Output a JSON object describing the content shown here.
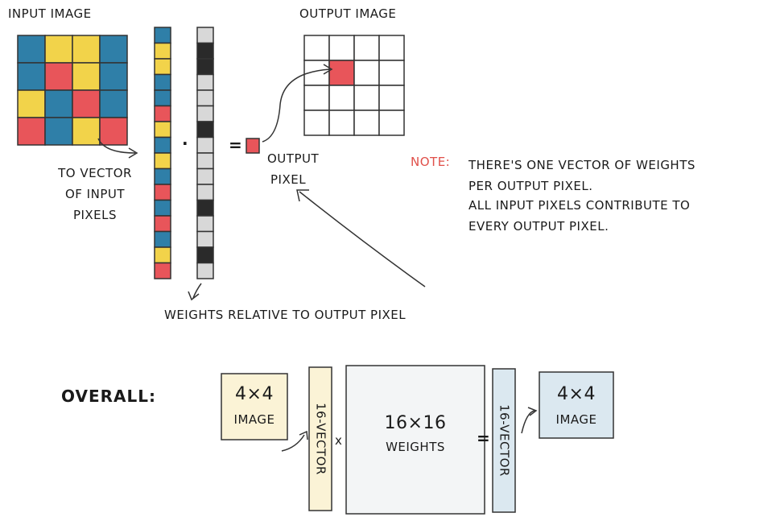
{
  "labels": {
    "input_image": "INPUT IMAGE",
    "output_image": "OUTPUT IMAGE",
    "to_vector_line1": "TO VECTOR",
    "to_vector_line2": "OF INPUT",
    "to_vector_line3": "PIXELS",
    "dot_operator": "·",
    "equals_operator": "=",
    "output_pixel_line1": "OUTPUT",
    "output_pixel_line2": "PIXEL",
    "weights_caption": "WEIGHTS RELATIVE TO OUTPUT PIXEL"
  },
  "note": {
    "label": "NOTE:",
    "line1": "THERE'S ONE VECTOR OF WEIGHTS",
    "line2": "PER OUTPUT PIXEL.",
    "line3": "ALL INPUT PIXELS CONTRIBUTE TO",
    "line4": "EVERY OUTPUT PIXEL."
  },
  "overall": {
    "title": "OVERALL:",
    "input_box_size": "4×4",
    "input_box_label": "IMAGE",
    "input_vector_label": "16-VECTOR",
    "times_operator": "x",
    "matrix_size": "16×16",
    "matrix_label": "WEIGHTS",
    "equals_operator": "=",
    "output_vector_label": "16-VECTOR",
    "output_box_size": "4×4",
    "output_box_label": "IMAGE"
  },
  "colors": {
    "yellow": "#f2d34a",
    "blue": "#2f7fa8",
    "red": "#e8555a",
    "yellow_fill": "#fbf3d6",
    "blue_fill": "#dbe8f0",
    "matrix_fill": "#f3f5f6",
    "weight_gray": "#d8d8d8",
    "weight_dark": "#2a2a2a"
  },
  "input_grid": [
    [
      "blue",
      "yellow",
      "yellow",
      "blue"
    ],
    [
      "blue",
      "red",
      "yellow",
      "blue"
    ],
    [
      "yellow",
      "blue",
      "red",
      "blue"
    ],
    [
      "red",
      "blue",
      "yellow",
      "red"
    ]
  ],
  "input_vector": [
    "blue",
    "yellow",
    "yellow",
    "blue",
    "blue",
    "red",
    "yellow",
    "blue",
    "yellow",
    "blue",
    "red",
    "blue",
    "red",
    "blue",
    "yellow",
    "red"
  ],
  "weights_vector": [
    "light",
    "dark",
    "dark",
    "light",
    "light",
    "light",
    "dark",
    "light",
    "light",
    "light",
    "light",
    "dark",
    "light",
    "light",
    "dark",
    "light"
  ],
  "output_grid_highlight": {
    "row": 1,
    "col": 1,
    "color": "red"
  }
}
